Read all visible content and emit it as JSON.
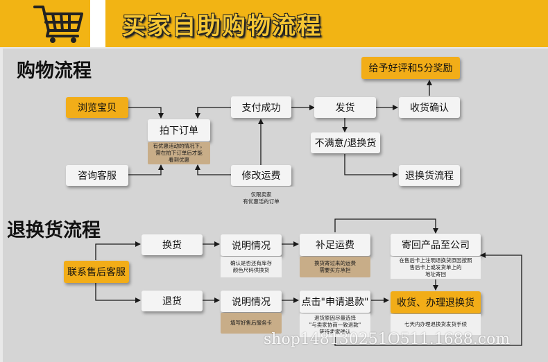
{
  "header": {
    "title": "买家自助购物流程",
    "cart_icon": "shopping-cart-icon",
    "brand_color": "#f2b414"
  },
  "shopping": {
    "title": "购物流程",
    "nodes": {
      "browse": "浏览宝贝",
      "consult": "咨询客服",
      "order": "拍下订单",
      "order_note": "有优惠活动的情况下，\n需在拍下订单后才能\n看到优惠",
      "pay": "支付成功",
      "modify": "修改运费",
      "modify_note": "仅限卖家\n有优惠活的订单",
      "ship": "发货",
      "unsatisfied": "不满意/退换货",
      "confirm": "收货确认",
      "review": "给予好评和5分奖励",
      "return_flow": "退换货流程"
    }
  },
  "returns": {
    "title": "退换货流程",
    "nodes": {
      "contact": "联系售后客服",
      "exchange": "换货",
      "refund": "退货",
      "explain1": "说明情况",
      "explain1_note": "确认是否还有库存\n颜色尺码供换货",
      "explain2": "说明情况",
      "explain2_note": "填写好售后服务卡",
      "supplement": "补足运费",
      "supplement_note": "换货寄过来的运费\n需要买方承担",
      "apply_refund": "点击\"申请退款\"",
      "apply_note": "退货原因尽量选择\n\"与卖家协商一致退款\"\n等待卖家确认",
      "send_back": "寄回产品至公司",
      "send_back_note": "在售后卡上注明退换货原因按照\n售后卡上或发货单上的\n地址寄回",
      "receive": "收货、办理退换货",
      "receive_note": "七天内办理退换货发货手续"
    }
  },
  "watermark": "shop148130251O511.1688.com"
}
